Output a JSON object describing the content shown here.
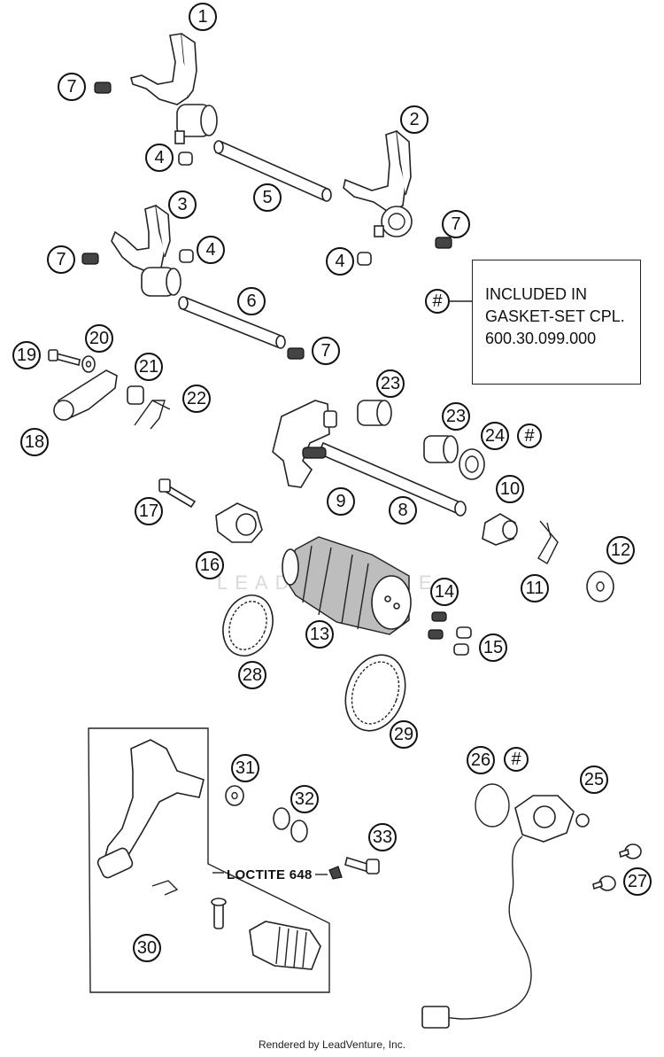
{
  "callouts": {
    "c1": "1",
    "c2": "2",
    "c3": "3",
    "c4": "4",
    "c5": "5",
    "c6": "6",
    "c7": "7",
    "c8": "8",
    "c9": "9",
    "c10": "10",
    "c11": "11",
    "c12": "12",
    "c13": "13",
    "c14": "14",
    "c15": "15",
    "c16": "16",
    "c17": "17",
    "c18": "18",
    "c19": "19",
    "c20": "20",
    "c21": "21",
    "c22": "22",
    "c23": "23",
    "c24": "24",
    "c25": "25",
    "c26": "26",
    "c27": "27",
    "c28": "28",
    "c29": "29",
    "c30": "30",
    "c31": "31",
    "c32": "32",
    "c33": "33",
    "hash": "#"
  },
  "note": {
    "line1": "INCLUDED IN",
    "line2": "GASKET-SET CPL.",
    "line3": "600.30.099.000"
  },
  "loctite": "LOCTITE 648",
  "watermark": "LEADVENTURE",
  "footer": "Rendered by LeadVenture, Inc."
}
